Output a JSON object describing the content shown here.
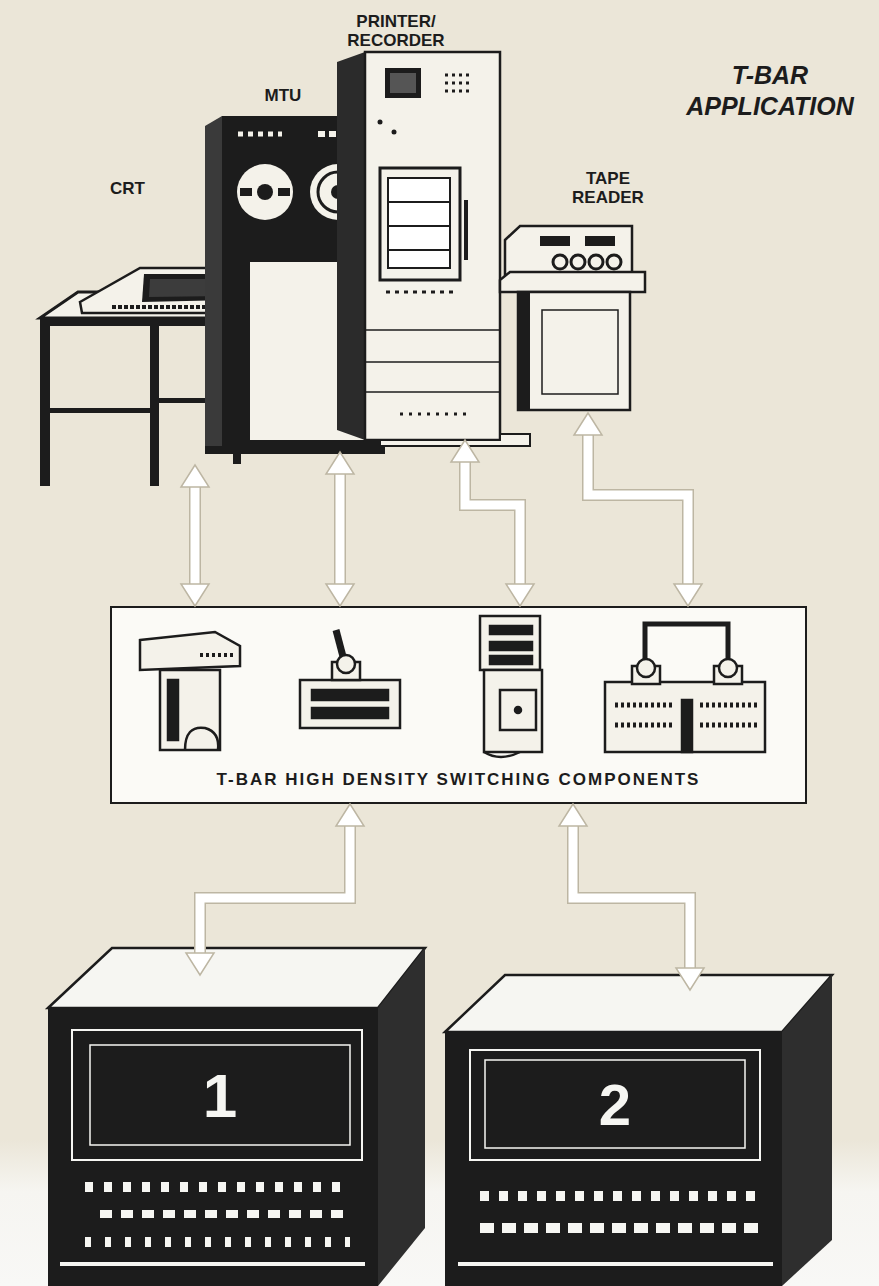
{
  "diagram": {
    "title": "T-BAR APPLICATION",
    "nodes": [
      {
        "text": [
          "CRT"
        ]
      },
      {
        "text": [
          "MTU"
        ]
      },
      {
        "text": [
          "PRINTER/ RECORDER"
        ]
      },
      {
        "text": [
          "TAPE READER"
        ]
      },
      {
        "text": [
          "T-BAR HIGH DENSITY SWITCHING COMPONENTS"
        ]
      },
      {
        "text": [
          "1"
        ]
      },
      {
        "text": [
          "2"
        ]
      }
    ],
    "edges": [
      {
        "from": 0,
        "to": 4,
        "arrow": "both"
      },
      {
        "from": 1,
        "to": 4,
        "arrow": "both"
      },
      {
        "from": 2,
        "to": 4,
        "arrow": "both"
      },
      {
        "from": 3,
        "to": 4,
        "arrow": "both"
      },
      {
        "from": 4,
        "to": 5,
        "arrow": "both"
      },
      {
        "from": 4,
        "to": 6,
        "arrow": "both"
      }
    ]
  }
}
